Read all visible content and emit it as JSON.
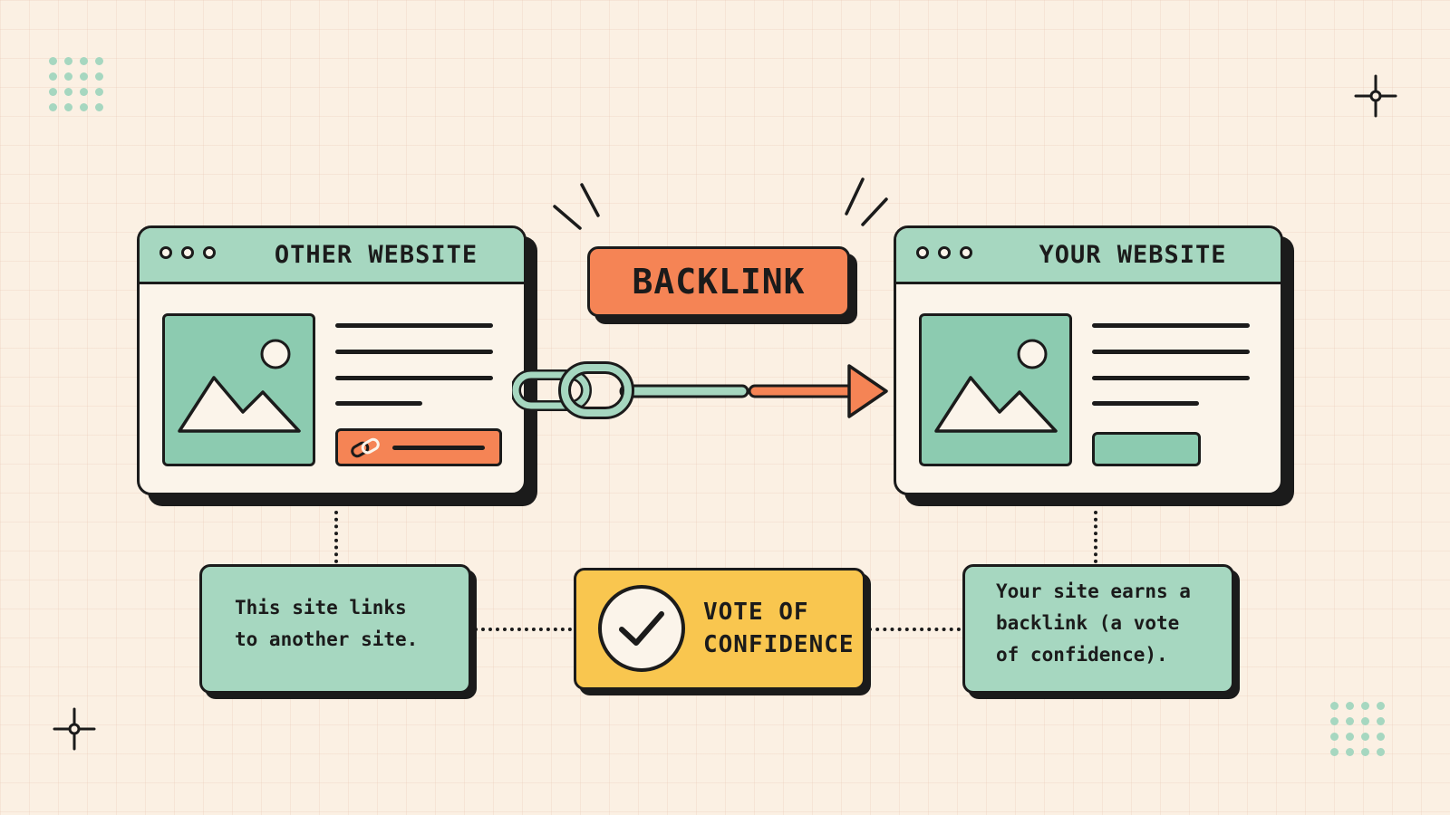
{
  "colors": {
    "background": "#fbf0e3",
    "mint": "#a6d7c0",
    "green": "#8ccbb0",
    "orange": "#f58455",
    "yellow": "#f9c64f",
    "ink": "#1b1b1b"
  },
  "left_window": {
    "title": "OTHER WEBSITE",
    "link_icon": "chain-link-icon"
  },
  "right_window": {
    "title": "YOUR WEBSITE"
  },
  "badge": {
    "label": "BACKLINK"
  },
  "connector": {
    "icon": "chain-link-icon",
    "arrow": "arrow-right-icon"
  },
  "info_left": {
    "lines": [
      "This site links",
      "to another site."
    ]
  },
  "vote": {
    "icon": "checkmark-icon",
    "lines": [
      "VOTE OF",
      "CONFIDENCE"
    ]
  },
  "info_right": {
    "lines": [
      "Your site earns a",
      "backlink (a vote",
      "of confidence)."
    ]
  }
}
